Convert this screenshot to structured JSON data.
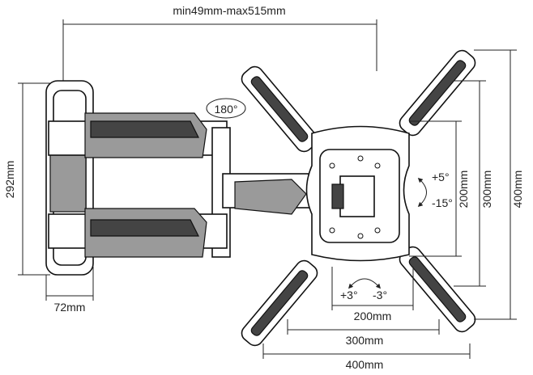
{
  "dimensions": {
    "extension": "min49mm-max515mm",
    "wall_plate_height": "292mm",
    "wall_plate_width": "72mm",
    "vesa_vertical": [
      "200mm",
      "300mm",
      "400mm"
    ],
    "vesa_horizontal": [
      "200mm",
      "300mm",
      "400mm"
    ]
  },
  "angles": {
    "swivel": "180°",
    "tilt_up": "+5°",
    "tilt_down": "-15°",
    "rotate_left": "+3°",
    "rotate_right": "-3°"
  }
}
